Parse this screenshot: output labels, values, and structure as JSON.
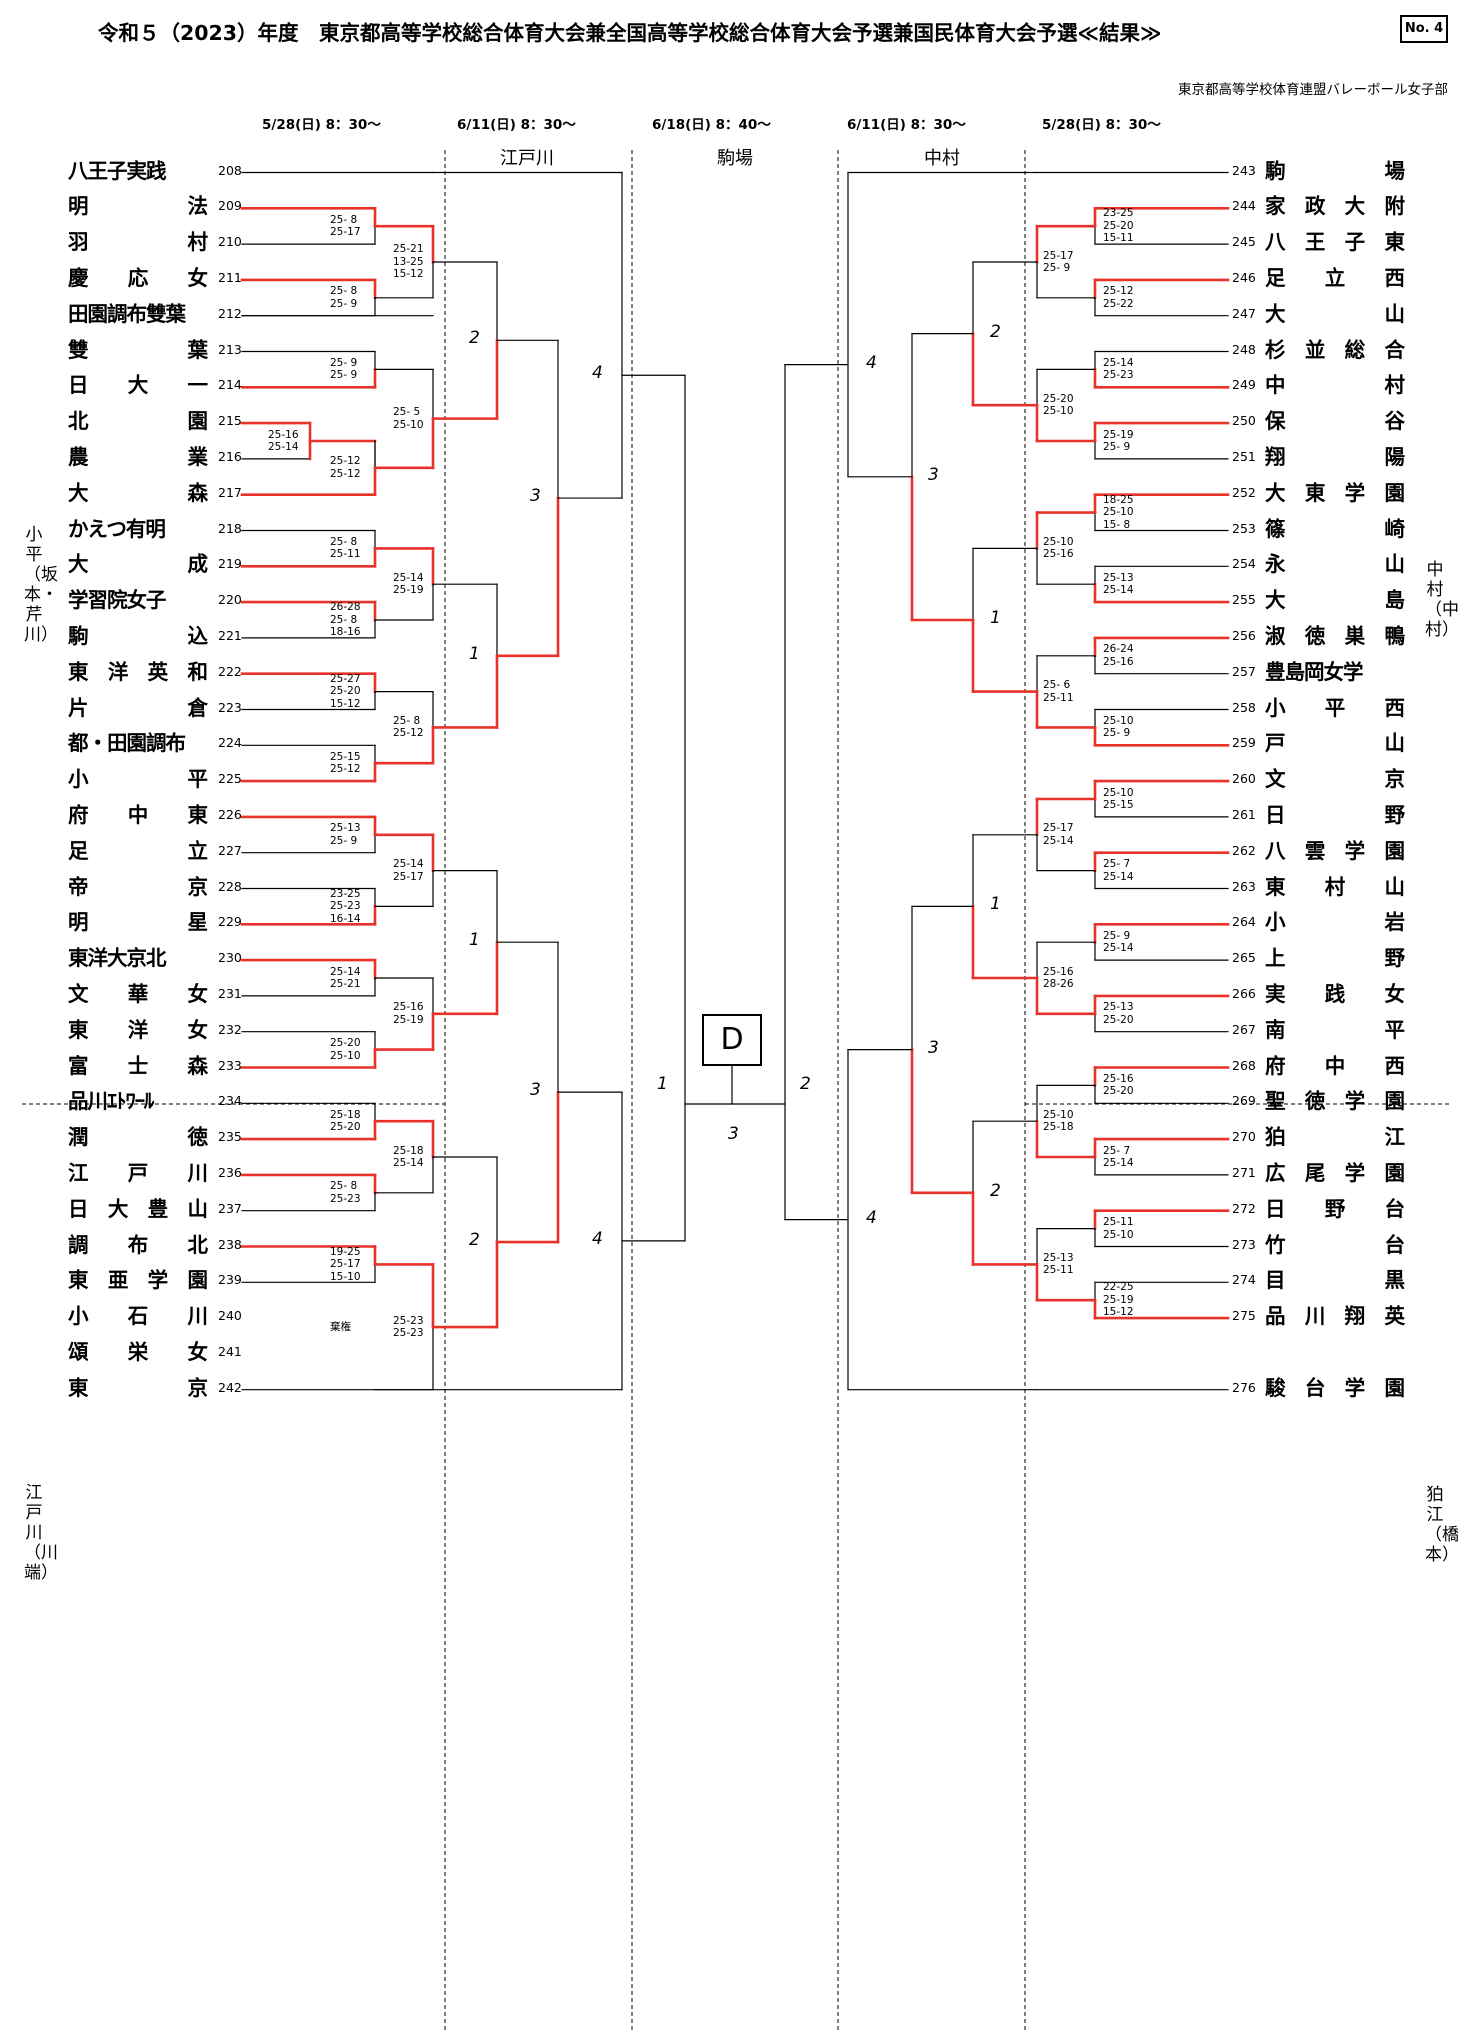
{
  "title": "令和５（2023）年度　東京都高等学校総合体育大会兼全国高等学校総合体育大会予選兼国民体育大会予選≪結果≫",
  "doc_no": "No. 4",
  "organizer": "東京都高等学校体育連盟バレーボール女子部",
  "dates": [
    "5/28(日) 8：30～",
    "6/11(日) 8：30～",
    "6/18(日) 8：40～",
    "6/11(日) 8：30～",
    "5/28(日) 8：30～"
  ],
  "venues": [
    "江戸川",
    "駒場",
    "中村"
  ],
  "block_label": "D",
  "side_venues": {
    "left_top": "小平（坂本・芹川）",
    "left_bottom": "江戸川（川端）",
    "right_top": "中村（中村）",
    "right_bottom": "狛江（橋本）"
  },
  "round_numbers": {
    "left_r3": [
      "2",
      "1",
      "1",
      "2"
    ],
    "left_r4": [
      "3",
      "3"
    ],
    "left_r5": [
      "4",
      "4"
    ],
    "semi": [
      "1",
      "2"
    ],
    "final": "3",
    "right_r5": [
      "4",
      "4"
    ],
    "right_r4": [
      "3",
      "3"
    ],
    "right_r3": [
      "2",
      "1",
      "1",
      "2"
    ]
  },
  "left_teams": [
    {
      "no": "208",
      "name": "八王子実践"
    },
    {
      "no": "209",
      "name": "明　　法"
    },
    {
      "no": "210",
      "name": "羽　　村"
    },
    {
      "no": "211",
      "name": "慶　応　女"
    },
    {
      "no": "212",
      "name": "田園調布雙葉"
    },
    {
      "no": "213",
      "name": "雙　　葉"
    },
    {
      "no": "214",
      "name": "日　大　一"
    },
    {
      "no": "215",
      "name": "北　　園"
    },
    {
      "no": "216",
      "name": "農　　業"
    },
    {
      "no": "217",
      "name": "大　　森"
    },
    {
      "no": "218",
      "name": "かえつ有明"
    },
    {
      "no": "219",
      "name": "大　　成"
    },
    {
      "no": "220",
      "name": "学習院女子"
    },
    {
      "no": "221",
      "name": "駒　　込"
    },
    {
      "no": "222",
      "name": "東洋英和"
    },
    {
      "no": "223",
      "name": "片　　倉"
    },
    {
      "no": "224",
      "name": "都・田園調布"
    },
    {
      "no": "225",
      "name": "小　　平"
    },
    {
      "no": "226",
      "name": "府　中　東"
    },
    {
      "no": "227",
      "name": "足　　立"
    },
    {
      "no": "228",
      "name": "帝　　京"
    },
    {
      "no": "229",
      "name": "明　　星"
    },
    {
      "no": "230",
      "name": "東洋大京北"
    },
    {
      "no": "231",
      "name": "文　華　女"
    },
    {
      "no": "232",
      "name": "東　洋　女"
    },
    {
      "no": "233",
      "name": "富　士　森"
    },
    {
      "no": "234",
      "name": "品川ｴﾄﾜｰﾙ"
    },
    {
      "no": "235",
      "name": "潤　　徳"
    },
    {
      "no": "236",
      "name": "江　戸　川"
    },
    {
      "no": "237",
      "name": "日大豊山"
    },
    {
      "no": "238",
      "name": "調　布　北"
    },
    {
      "no": "239",
      "name": "東亜学園"
    },
    {
      "no": "240",
      "name": "小　石　川"
    },
    {
      "no": "241",
      "name": "頌　栄　女"
    },
    {
      "no": "242",
      "name": "東　　京"
    }
  ],
  "right_teams": [
    {
      "no": "243",
      "name": "駒　　場"
    },
    {
      "no": "244",
      "name": "家政大附"
    },
    {
      "no": "245",
      "name": "八王子東"
    },
    {
      "no": "246",
      "name": "足　立　西"
    },
    {
      "no": "247",
      "name": "大　　山"
    },
    {
      "no": "248",
      "name": "杉並総合"
    },
    {
      "no": "249",
      "name": "中　　村"
    },
    {
      "no": "250",
      "name": "保　　谷"
    },
    {
      "no": "251",
      "name": "翔　　陽"
    },
    {
      "no": "252",
      "name": "大東学園"
    },
    {
      "no": "253",
      "name": "篠　　崎"
    },
    {
      "no": "254",
      "name": "永　　山"
    },
    {
      "no": "255",
      "name": "大　　島"
    },
    {
      "no": "256",
      "name": "淑徳巣鴨"
    },
    {
      "no": "257",
      "name": "豊島岡女学"
    },
    {
      "no": "258",
      "name": "小　平　西"
    },
    {
      "no": "259",
      "name": "戸　　山"
    },
    {
      "no": "260",
      "name": "文　　京"
    },
    {
      "no": "261",
      "name": "日　　野"
    },
    {
      "no": "262",
      "name": "八雲学園"
    },
    {
      "no": "263",
      "name": "東　村　山"
    },
    {
      "no": "264",
      "name": "小　　岩"
    },
    {
      "no": "265",
      "name": "上　　野"
    },
    {
      "no": "266",
      "name": "実　践　女"
    },
    {
      "no": "267",
      "name": "南　　平"
    },
    {
      "no": "268",
      "name": "府　中　西"
    },
    {
      "no": "269",
      "name": "聖徳学園"
    },
    {
      "no": "270",
      "name": "狛　　江"
    },
    {
      "no": "271",
      "name": "広尾学園"
    },
    {
      "no": "272",
      "name": "日　野　台"
    },
    {
      "no": "273",
      "name": "竹　　台"
    },
    {
      "no": "274",
      "name": "目　　黒"
    },
    {
      "no": "275",
      "name": "品川翔英"
    },
    {
      "no": "276",
      "name": "駿台学園"
    }
  ],
  "left_scores": [
    {
      "slot": "209-210",
      "text": "25- 8\n25-17"
    },
    {
      "slot": "211-212",
      "text": "25- 8\n25- 9"
    },
    {
      "slot": "r2-1",
      "text": "25-21\n13-25\n15-12"
    },
    {
      "slot": "213-214",
      "text": "25- 9\n25- 9"
    },
    {
      "slot": "215-216",
      "text": "25-16\n25-14"
    },
    {
      "slot": "216-217",
      "text": "25-12\n25-12"
    },
    {
      "slot": "r2-2",
      "text": "25- 5\n25-10"
    },
    {
      "slot": "218-219",
      "text": "25- 8\n25-11"
    },
    {
      "slot": "220-221",
      "text": "26-28\n25- 8\n18-16"
    },
    {
      "slot": "r2-3",
      "text": "25-14\n25-19"
    },
    {
      "slot": "222-223",
      "text": "25-27\n25-20\n15-12"
    },
    {
      "slot": "224-225",
      "text": "25-15\n25-12"
    },
    {
      "slot": "r2-4",
      "text": "25- 8\n25-12"
    },
    {
      "slot": "226-227",
      "text": "25-13\n25- 9"
    },
    {
      "slot": "228-229",
      "text": "23-25\n25-23\n16-14"
    },
    {
      "slot": "r2-5",
      "text": "25-14\n25-17"
    },
    {
      "slot": "230-231",
      "text": "25-14\n25-21"
    },
    {
      "slot": "232-233",
      "text": "25-20\n25-10"
    },
    {
      "slot": "r2-6",
      "text": "25-16\n25-19"
    },
    {
      "slot": "234-235",
      "text": "25-18\n25-20"
    },
    {
      "slot": "236-237",
      "text": "25- 8\n25-23"
    },
    {
      "slot": "r2-7",
      "text": "25-18\n25-14"
    },
    {
      "slot": "238-239",
      "text": "19-25\n25-17\n15-10"
    },
    {
      "slot": "240-241",
      "text": "棄権"
    },
    {
      "slot": "r2-8",
      "text": "25-23\n25-23"
    }
  ],
  "right_scores": [
    {
      "slot": "244-245",
      "text": "23-25\n25-20\n15-11"
    },
    {
      "slot": "246-247",
      "text": "25-12\n25-22"
    },
    {
      "slot": "r2-1",
      "text": "25-17\n25- 9"
    },
    {
      "slot": "248-249",
      "text": "25-14\n25-23"
    },
    {
      "slot": "250-251",
      "text": "25-19\n25- 9"
    },
    {
      "slot": "r2-2",
      "text": "25-20\n25-10"
    },
    {
      "slot": "252-253",
      "text": "18-25\n25-10\n15- 8"
    },
    {
      "slot": "254-255",
      "text": "25-13\n25-14"
    },
    {
      "slot": "r2-3",
      "text": "25-10\n25-16"
    },
    {
      "slot": "256-257",
      "text": "26-24\n25-16"
    },
    {
      "slot": "258-259",
      "text": "25-10\n25- 9"
    },
    {
      "slot": "r2-4",
      "text": "25- 6\n25-11"
    },
    {
      "slot": "260-261",
      "text": "25-10\n25-15"
    },
    {
      "slot": "262-263",
      "text": "25- 7\n25-14"
    },
    {
      "slot": "r2-5",
      "text": "25-17\n25-14"
    },
    {
      "slot": "264-265",
      "text": "25- 9\n25-14"
    },
    {
      "slot": "266-267",
      "text": "25-13\n25-20"
    },
    {
      "slot": "r2-6",
      "text": "25-16\n28-26"
    },
    {
      "slot": "268-269",
      "text": "25-16\n25-20"
    },
    {
      "slot": "270-271",
      "text": "25- 7\n25-14"
    },
    {
      "slot": "r2-7",
      "text": "25-10\n25-18"
    },
    {
      "slot": "272-273",
      "text": "25-11\n25-10"
    },
    {
      "slot": "274-275",
      "text": "22-25\n25-19\n15-12"
    },
    {
      "slot": "r2-8",
      "text": "25-13\n25-11"
    }
  ],
  "colors": {
    "winner_line": "#e8322a",
    "line": "#000000"
  }
}
